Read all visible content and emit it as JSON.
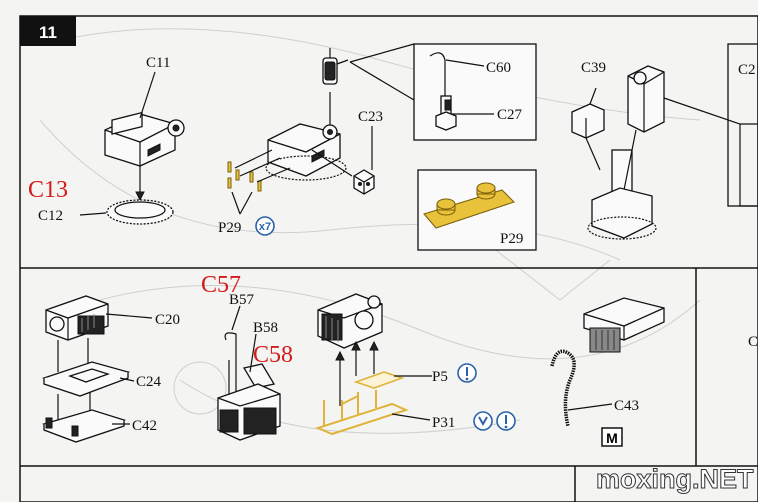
{
  "step": {
    "number": "11"
  },
  "panel1": {
    "labels": {
      "c11": "C11",
      "c12": "C12",
      "c13_red": "C13",
      "c23": "C23",
      "c60": "C60",
      "c27": "C27",
      "c39": "C39",
      "c2_cut": "C2",
      "p29": "P29",
      "p29_box": "P29",
      "x7": "x7"
    }
  },
  "panel2": {
    "labels": {
      "c20": "C20",
      "c24": "C24",
      "c42": "C42",
      "c57_red": "C57",
      "b57": "B57",
      "b58": "B58",
      "c58_red": "C58",
      "p5": "P5",
      "p31": "P31",
      "c43": "C43",
      "m_badge": "M",
      "c_cut": "C"
    }
  },
  "watermark": {
    "text": "moxing.NET"
  },
  "colors": {
    "red_label": "#d41a1a",
    "blue_icon": "#2b62a8",
    "photo_etch": "#e7c23a"
  }
}
